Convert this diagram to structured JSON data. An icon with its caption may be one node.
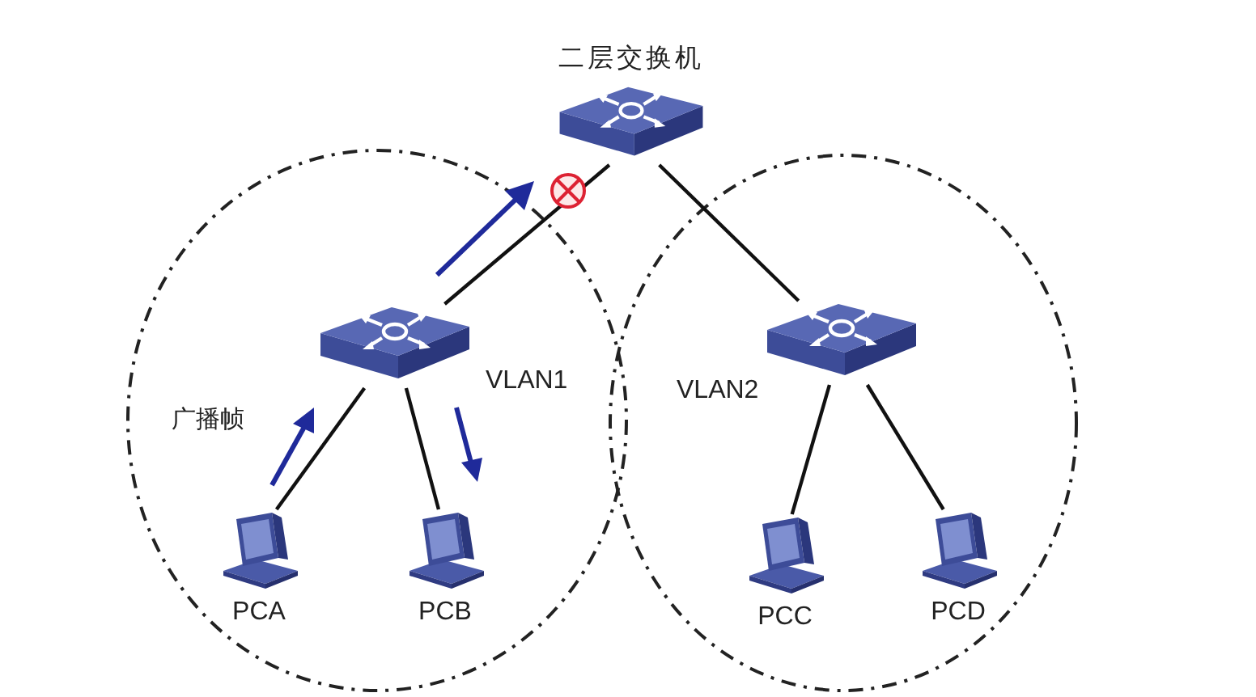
{
  "diagram": {
    "nodes": [
      {
        "text": [
          "二层交换机"
        ]
      },
      {
        "text": [
          "VLAN1"
        ]
      },
      {
        "text": [],
        "shape": "picture",
        "in": 1
      },
      {
        "text": [
          "PCA"
        ],
        "in": 1
      },
      {
        "text": [
          "PCB"
        ],
        "in": 1
      },
      {
        "text": [
          "VLAN2"
        ]
      },
      {
        "text": [],
        "shape": "picture",
        "in": 5
      },
      {
        "text": [
          "PCC"
        ],
        "in": 5
      },
      {
        "text": [
          "PCD"
        ],
        "in": 5
      }
    ],
    "edges": [
      {
        "from": 0,
        "to": 2,
        "arrow": "none"
      },
      {
        "from": 0,
        "to": 6,
        "arrow": "none"
      },
      {
        "from": 2,
        "to": 3,
        "arrow": "none"
      },
      {
        "from": 2,
        "to": 4,
        "arrow": "none"
      },
      {
        "from": 6,
        "to": 7,
        "arrow": "none"
      },
      {
        "from": 6,
        "to": 8,
        "arrow": "none"
      }
    ],
    "labels": [
      "广播帧"
    ]
  }
}
